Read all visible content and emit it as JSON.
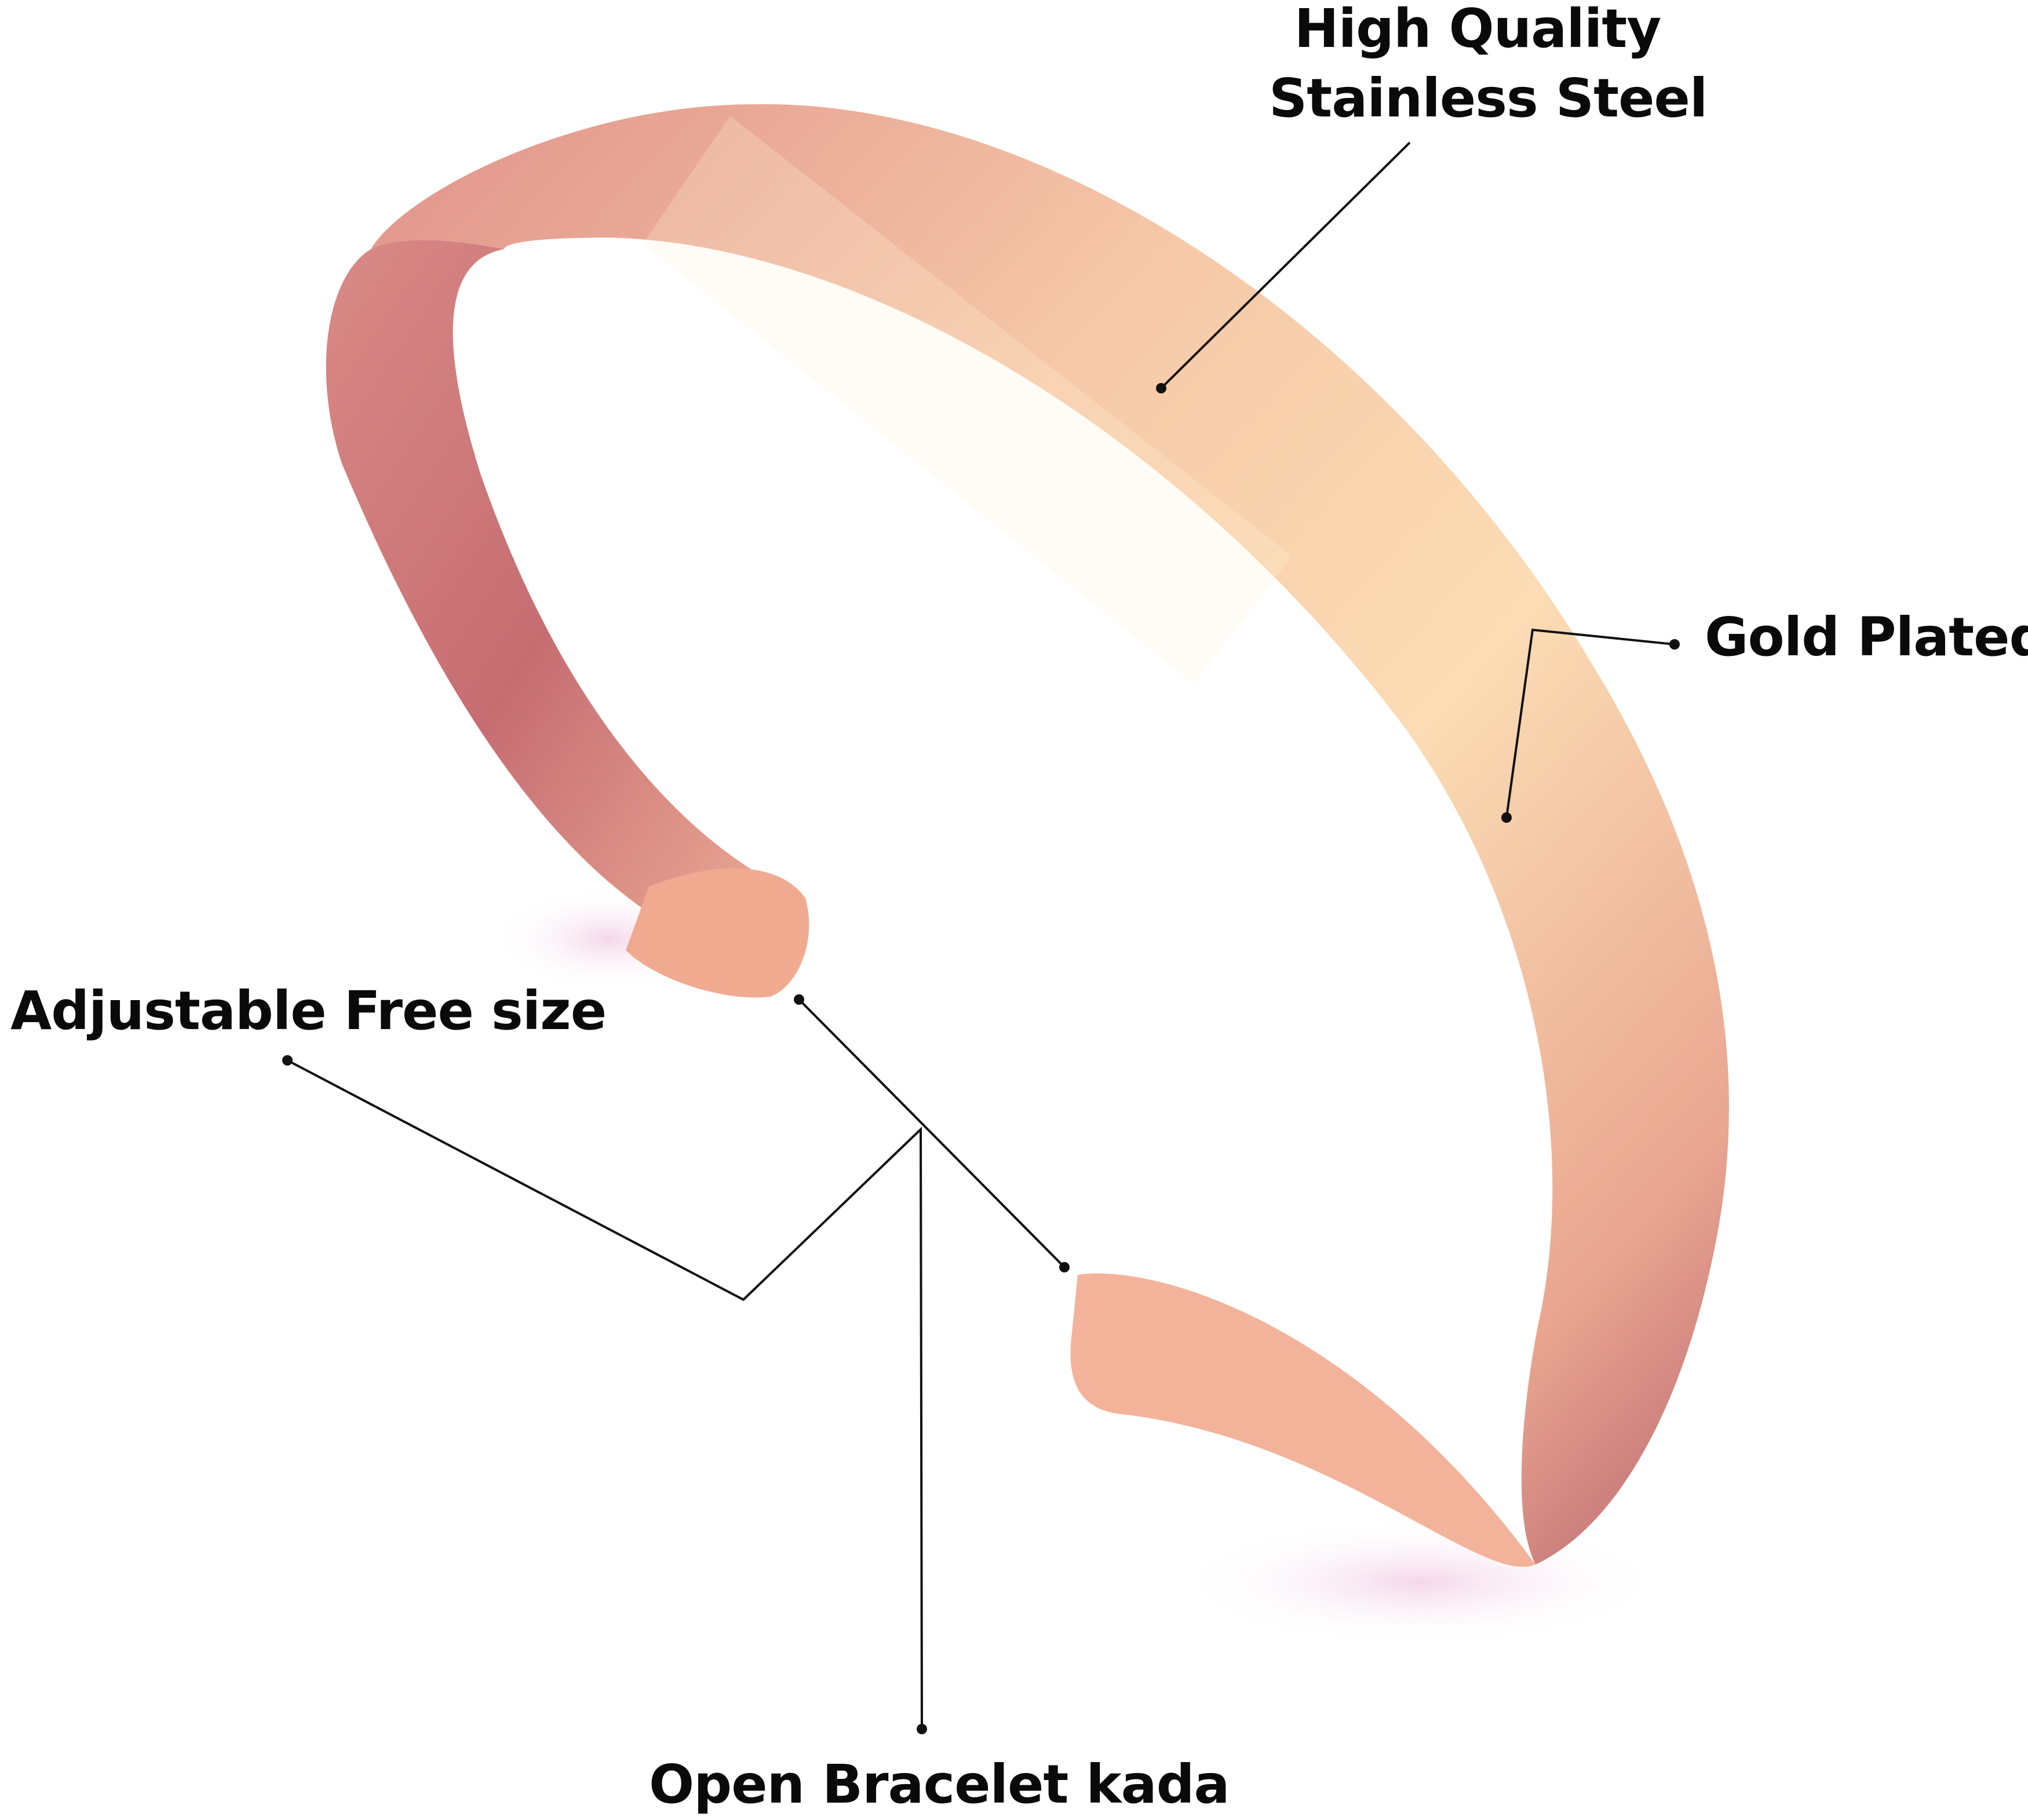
{
  "labels": {
    "stainless_line1": "High Quality",
    "stainless_line2": "Stainless Steel",
    "gold_plated": "Gold Plated",
    "adjustable": "Adjustable Free size",
    "open_bracelet": "Open Bracelet kada"
  },
  "colors": {
    "band_light": "#f8cfa8",
    "band_mid": "#e79a86",
    "band_dark": "#b8606a",
    "text": "#0a0a0a"
  }
}
